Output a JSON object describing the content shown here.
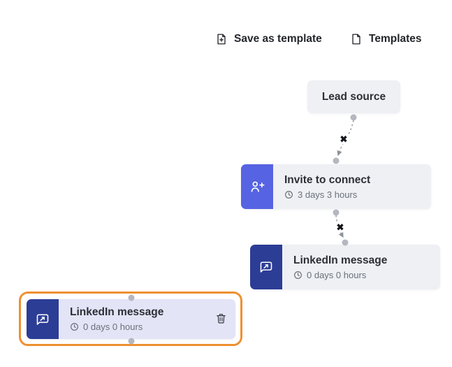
{
  "toolbar": {
    "save_as_template": {
      "label": "Save as template"
    },
    "templates": {
      "label": "Templates"
    }
  },
  "nodes": {
    "lead_source": {
      "label": "Lead source"
    },
    "invite_to_connect": {
      "label": "Invite to connect",
      "delay": "3 days 3 hours"
    },
    "linkedin_message": {
      "label": "LinkedIn message",
      "delay": "0 days 0 hours"
    },
    "linkedin_message_selected": {
      "label": "LinkedIn message",
      "delay": "0 days 0 hours"
    }
  },
  "connectors": {
    "remove_symbol": "✖"
  },
  "icons": {
    "save_as_template": "file-plus-icon",
    "templates": "file-icon",
    "invite_to_connect": "user-plus-icon",
    "linkedin_message": "message-share-icon",
    "delay": "clock-icon",
    "delete_step": "trash-icon",
    "connection_handle": "dot"
  },
  "colors": {
    "node_bg": "#eef0f4",
    "selected_node_bg": "#e3e4f6",
    "invite_icon_bg": "#5663e2",
    "message_icon_bg": "#2c3d96",
    "selection_outline": "#ee9030",
    "connector_line": "#8d939c",
    "handle_dot": "#b4b7bf",
    "title_text": "#2c2f35",
    "delay_text": "#6b717a"
  }
}
